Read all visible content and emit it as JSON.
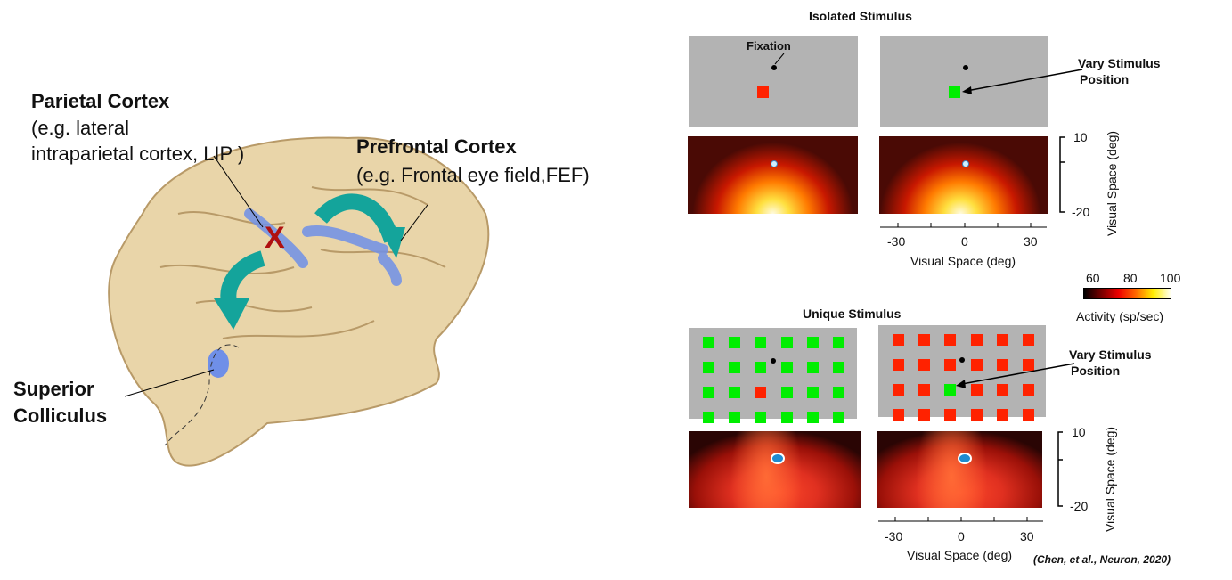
{
  "left": {
    "parietal_title": "Parietal Cortex",
    "parietal_sub1": "(e.g. lateral",
    "parietal_sub2": "intraparietal cortex, LIP )",
    "prefrontal_title": "Prefrontal Cortex",
    "prefrontal_sub": "(e.g. Frontal eye field,FEF)",
    "sc_line1": "Superior",
    "sc_line2": "Colliculus",
    "lesion_mark": "X"
  },
  "right": {
    "isolated_title": "Isolated Stimulus",
    "fixation_label": "Fixation",
    "vary_label_1a": "Vary Stimulus",
    "vary_label_1b": "Position",
    "unique_title": "Unique Stimulus",
    "vary_label_2a": "Vary Stimulus",
    "vary_label_2b": "Position",
    "x_ticks": [
      "-30",
      "0",
      "30"
    ],
    "y_ticks": [
      "10",
      "-20"
    ],
    "x_axis_label": "Visual Space (deg)",
    "y_axis_label": "Visual Space (deg)",
    "colorbar": {
      "ticks": [
        "60",
        "80",
        "100"
      ],
      "label": "Activity (sp/sec)"
    },
    "citation": "(Chen, et al., Neuron, 2020)",
    "colors": {
      "gray": "#b3b3b3",
      "green": "#00ee00",
      "red": "#ff2200"
    },
    "grid_left": {
      "rows": 4,
      "cols": 6,
      "base": "green",
      "odd": [
        2,
        2
      ],
      "odd_color": "red"
    },
    "grid_right": {
      "rows": 4,
      "cols": 6,
      "base": "red",
      "odd": [
        2,
        2
      ],
      "odd_color": "green"
    }
  }
}
